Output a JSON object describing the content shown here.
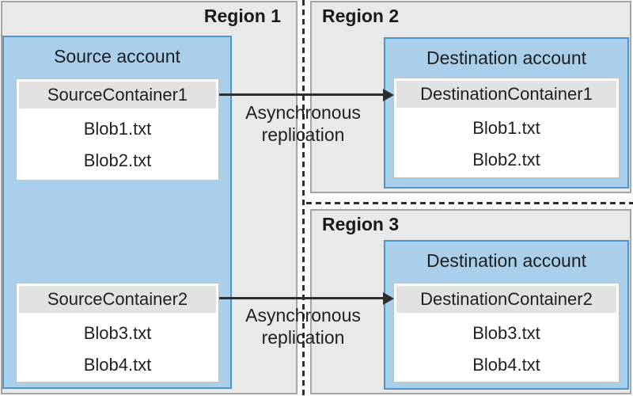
{
  "colors": {
    "panel_fill": "#e9e9e9",
    "panel_border": "#a5a5a5",
    "account_fill": "#a9cfeb",
    "account_border": "#4f96c8",
    "container_header_fill": "#e2e2e2",
    "container_body_fill": "#ffffff",
    "arrow": "#2e2e2e",
    "text": "#1f1f1f"
  },
  "regions": [
    {
      "label": "Region 1",
      "account": {
        "label": "Source account",
        "containers": [
          {
            "name": "SourceContainer1",
            "blobs": [
              "Blob1.txt",
              "Blob2.txt"
            ]
          },
          {
            "name": "SourceContainer2",
            "blobs": [
              "Blob3.txt",
              "Blob4.txt"
            ]
          }
        ]
      }
    },
    {
      "label": "Region 2",
      "account": {
        "label": "Destination account",
        "containers": [
          {
            "name": "DestinationContainer1",
            "blobs": [
              "Blob1.txt",
              "Blob2.txt"
            ]
          }
        ]
      }
    },
    {
      "label": "Region 3",
      "account": {
        "label": "Destination account",
        "containers": [
          {
            "name": "DestinationContainer2",
            "blobs": [
              "Blob3.txt",
              "Blob4.txt"
            ]
          }
        ]
      }
    }
  ],
  "arrows": [
    {
      "label": "Asynchronous replication"
    },
    {
      "label": "Asynchronous replication"
    }
  ]
}
